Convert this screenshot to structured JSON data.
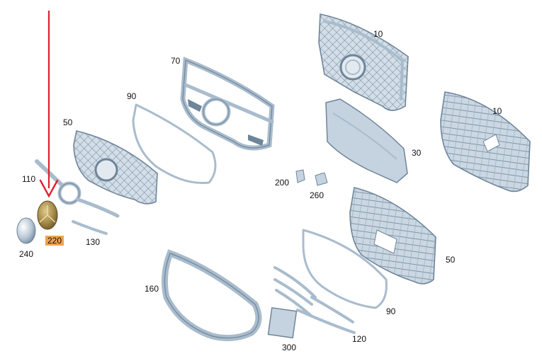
{
  "callouts": {
    "p10_top": "10",
    "p70": "70",
    "p90_left": "90",
    "p50_left": "50",
    "p10_right": "10",
    "p30": "30",
    "p110": "110",
    "p200": "200",
    "p260": "260",
    "p220": "220",
    "p240": "240",
    "p130": "130",
    "p50_right": "50",
    "p160": "160",
    "p90_right": "90",
    "p120": "120",
    "p300": "300"
  },
  "colors": {
    "highlight": "#f0a050",
    "arrow": "#e02030",
    "part_light": "#c4d3df",
    "part_edge": "#6f8599",
    "emblem_gold": "#a68b4a"
  }
}
